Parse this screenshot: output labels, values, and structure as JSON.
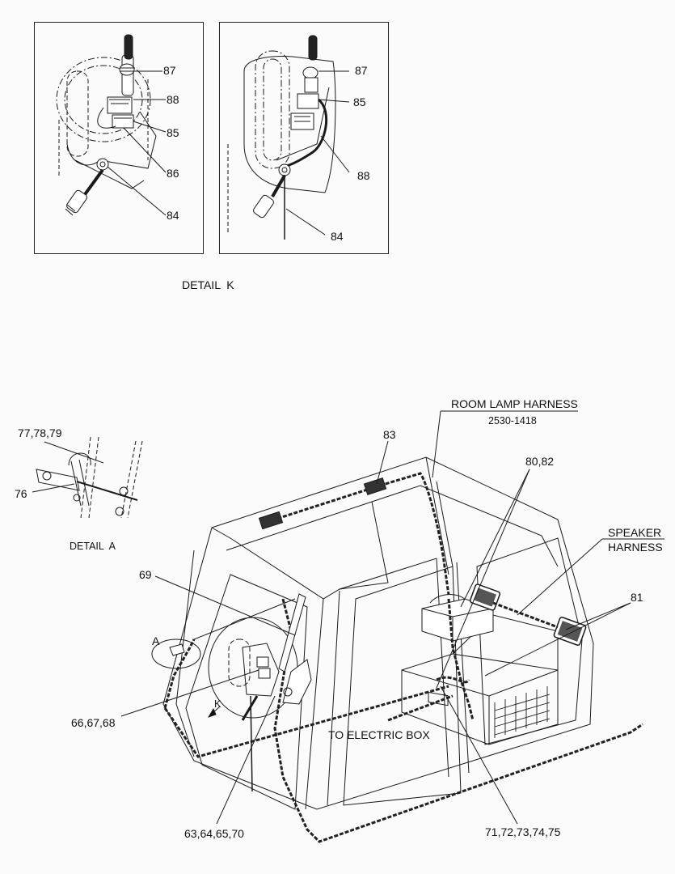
{
  "detail_k": {
    "title": "DETAIL  K",
    "left_panel": {
      "callouts": [
        "87",
        "88",
        "85",
        "86",
        "84"
      ]
    },
    "right_panel": {
      "callouts": [
        "87",
        "85",
        "88",
        "84"
      ]
    }
  },
  "detail_a": {
    "title": "DETAIL  A",
    "callouts": [
      "77,78,79",
      "76"
    ]
  },
  "main": {
    "room_lamp_harness": {
      "label": "ROOM LAMP HARNESS",
      "part_no": "2530-1418"
    },
    "speaker_harness": {
      "line1": "SPEAKER",
      "line2": "HARNESS"
    },
    "to_electric_box": "TO ELECTRIC BOX",
    "view_letters": {
      "a": "A",
      "k": "K"
    },
    "callouts": {
      "c83": "83",
      "c80_82": "80,82",
      "c81": "81",
      "c69": "69",
      "c66": "66,67,68",
      "c63": "63,64,65,70",
      "c71": "71,72,73,74,75"
    }
  },
  "colors": {
    "line": "#1a1a1a",
    "background": "#fbfbfb"
  }
}
